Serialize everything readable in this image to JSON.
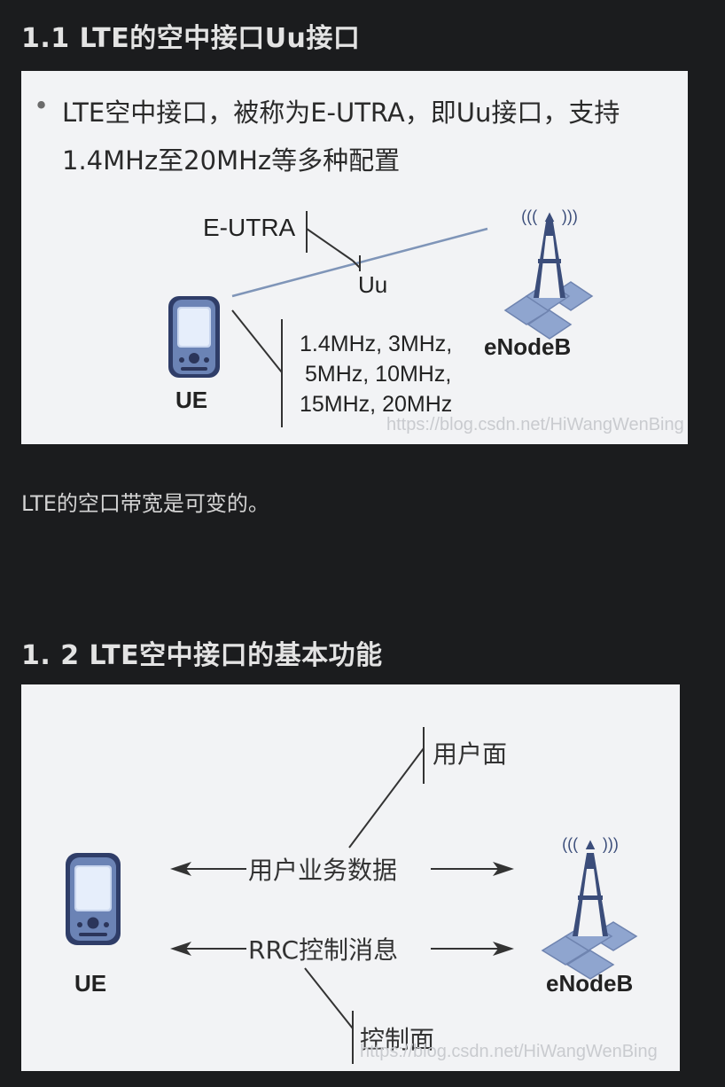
{
  "section1": {
    "heading": "1.1 LTE的空中接口Uu接口",
    "figure": {
      "bullet": "•",
      "line1": "LTE空中接口，被称为E-UTRA，即Uu接口，支持",
      "line2": "1.4MHz至20MHz等多种配置",
      "eutra_label": "E-UTRA",
      "uu_label": "Uu",
      "ue_label": "UE",
      "enodeb_label": "eNodeB",
      "bw_line1": "1.4MHz, 3MHz,",
      "bw_line2": "5MHz, 10MHz,",
      "bw_line3": "15MHz, 20MHz",
      "watermark": "https://blog.csdn.net/HiWangWenBing"
    },
    "caption": "LTE的空口带宽是可变的。"
  },
  "section2": {
    "heading": "1. 2 LTE空中接口的基本功能",
    "figure": {
      "user_plane": "用户面",
      "user_data": "用户业务数据",
      "rrc_msg": "RRC控制消息",
      "control_plane": "控制面",
      "ue_label": "UE",
      "enodeb_label": "eNodeB",
      "watermark": "https://blog.csdn.net/HiWangWenBing"
    }
  },
  "icons": [
    "mobile-phone-icon",
    "cell-tower-icon"
  ],
  "colors": {
    "page_bg": "#1b1c1e",
    "figure_bg": "#f2f3f5",
    "link_line": "#7f95b8",
    "hexagon": "#8fa5cf",
    "tower": "#3b4d7a"
  }
}
